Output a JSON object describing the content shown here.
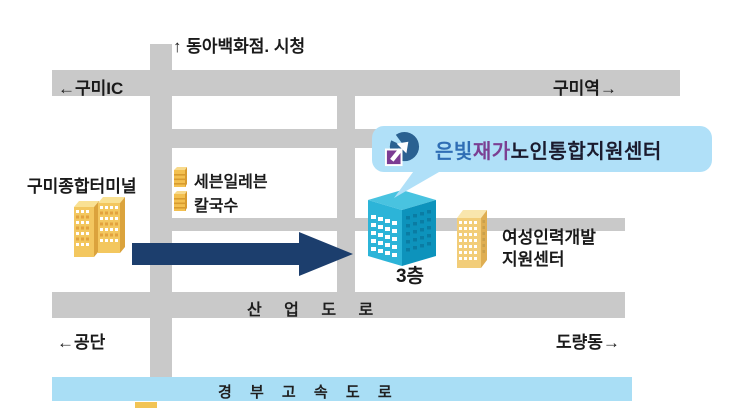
{
  "directions": {
    "north": "↑ 동아백화점. 시청",
    "west_ic": "←구미IC",
    "east_station": "구미역→",
    "southwest": "←공단",
    "southeast": "도량동→"
  },
  "roads": {
    "industrial_road": "산 업 도 로",
    "expressway": "경 부 고 속 도 로"
  },
  "landmarks": {
    "bus_terminal": "구미종합터미널",
    "seven_eleven": "세븐일레븐",
    "noodle_shop": "칼국수",
    "center_floor": "3층",
    "women_center_line1": "여성인력개발",
    "women_center_line2": "지원센터"
  },
  "callout": {
    "name_silver": "은빛",
    "name_jaega": "재가",
    "name_rest": "노인통합지원센터"
  },
  "colors": {
    "road_gray": "#c9c9c9",
    "expressway_blue": "#a9def5",
    "callout_bubble": "#b0e0f8",
    "arrow_navy": "#1c3e6d",
    "center_building_teal": "#2cb4d8",
    "landmark_yellow": "#f2c75f",
    "name_blue": "#2f6eb5",
    "name_purple": "#7b3f92"
  }
}
